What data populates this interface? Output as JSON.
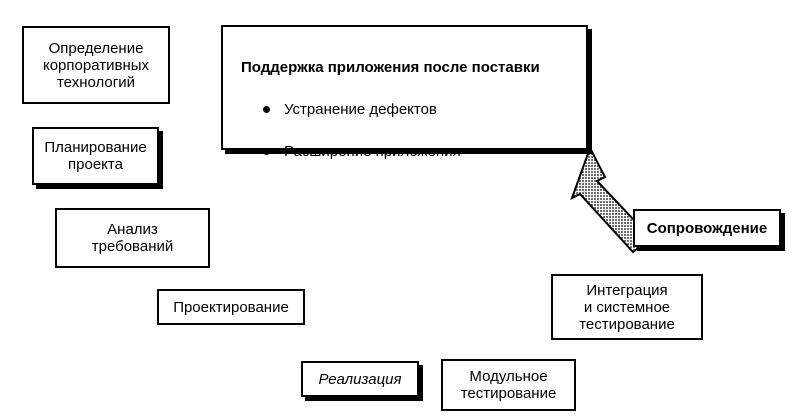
{
  "diagram": {
    "boxes": {
      "enterprise": "Определение\nкорпоративных\nтехнологий",
      "planning": "Планирование\nпроекта",
      "analysis": "Анализ\nтребований",
      "design": "Проектирование",
      "implementation": "Реализация",
      "unit_testing": "Модульное\nтестирование",
      "integration": "Интеграция\nи системное\nтестирование",
      "maintenance": "Сопровождение"
    },
    "support": {
      "title": "Поддержка приложения после поставки",
      "bullets": [
        "Устранение дефектов",
        "Расширение приложения"
      ]
    },
    "colors": {
      "line": "#000000",
      "background": "#ffffff",
      "arrow_fill": "#8a8a8a"
    }
  }
}
